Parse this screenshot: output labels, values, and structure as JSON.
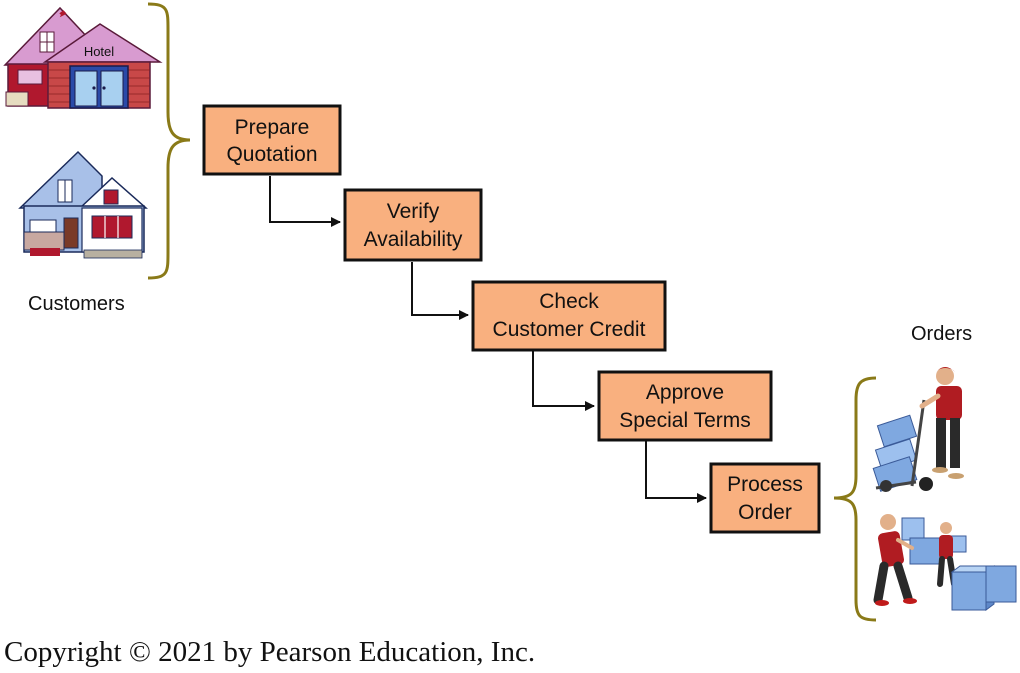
{
  "diagram": {
    "steps": [
      {
        "line1": "Prepare",
        "line2": "Quotation"
      },
      {
        "line1": "Verify",
        "line2": "Availability"
      },
      {
        "line1": "Check",
        "line2": "Customer Credit"
      },
      {
        "line1": "Approve",
        "line2": "Special Terms"
      },
      {
        "line1": "Process",
        "line2": "Order"
      }
    ],
    "hotel_sign": "Hotel",
    "customers_label": "Customers",
    "orders_label": "Orders",
    "copyright": "Copyright © 2021 by Pearson Education, Inc.",
    "colors": {
      "box_fill": "#f9b07f",
      "box_border": "#111111",
      "brace": "#8a7a18",
      "arrow": "#111111"
    }
  }
}
